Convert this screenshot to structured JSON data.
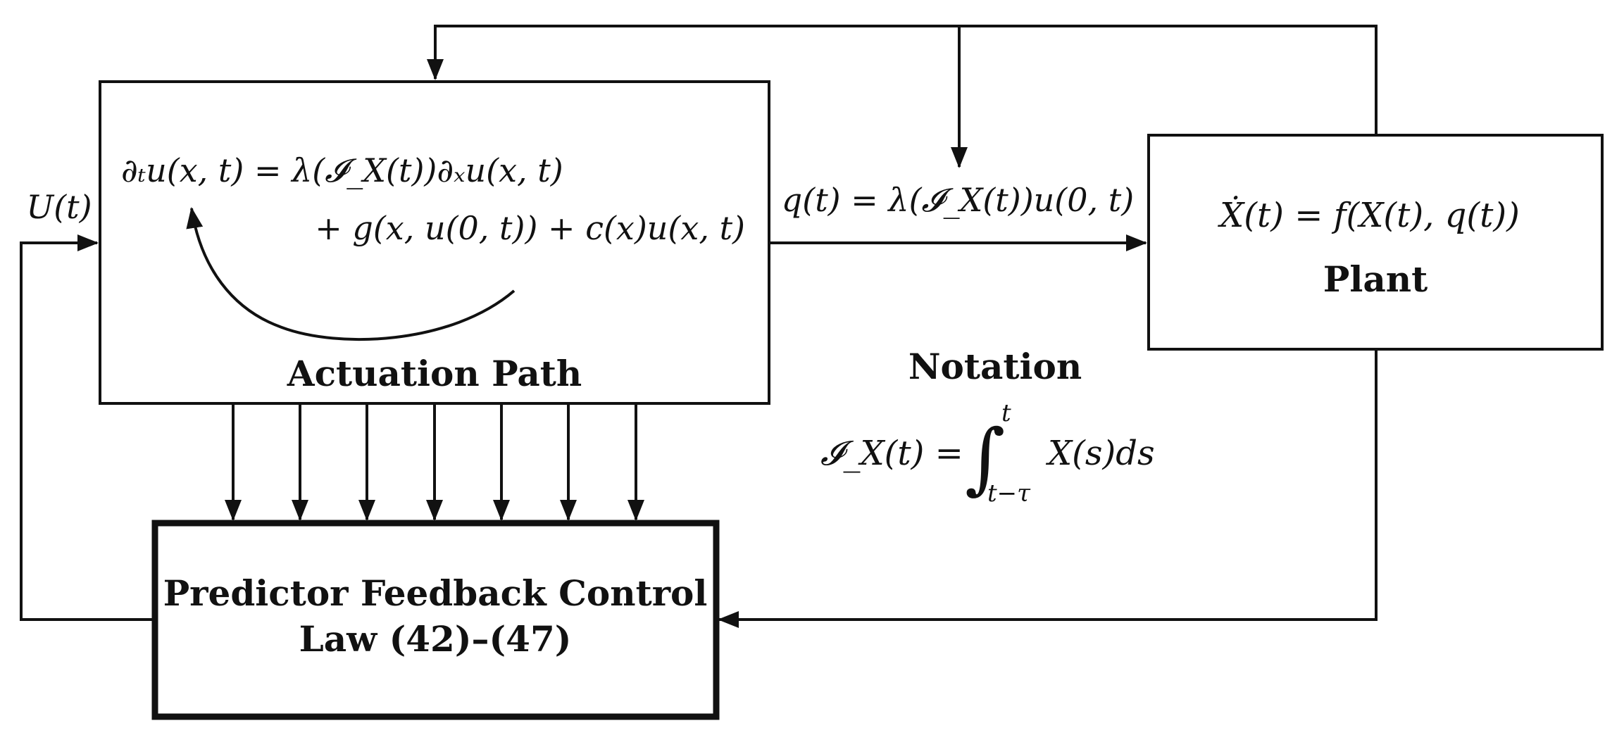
{
  "blocks": {
    "actuation": {
      "title": "Actuation Path",
      "eq_line1": "∂ₜu(x, t) = λ(𝓘_X(t))∂ₓu(x, t)",
      "eq_line2": "+ g(x, u(0, t)) + c(x)u(x, t)"
    },
    "plant": {
      "title": "Plant",
      "equation": "Ẋ(t) = f(X(t), q(t))"
    },
    "controller": {
      "line1": "Predictor Feedback Control",
      "line2": "Law (42)–(47)"
    }
  },
  "signals": {
    "input": "U(t)",
    "actuator_output": "q(t) = λ(𝓘_X(t))u(0, t)"
  },
  "notation": {
    "title": "Notation",
    "lhs": "𝓘_X(t) =",
    "integral": "∫",
    "upper": "t",
    "lower": "t−τ",
    "integrand": "X(s)ds"
  },
  "colors": {
    "stroke": "#111111",
    "background": "#ffffff"
  }
}
